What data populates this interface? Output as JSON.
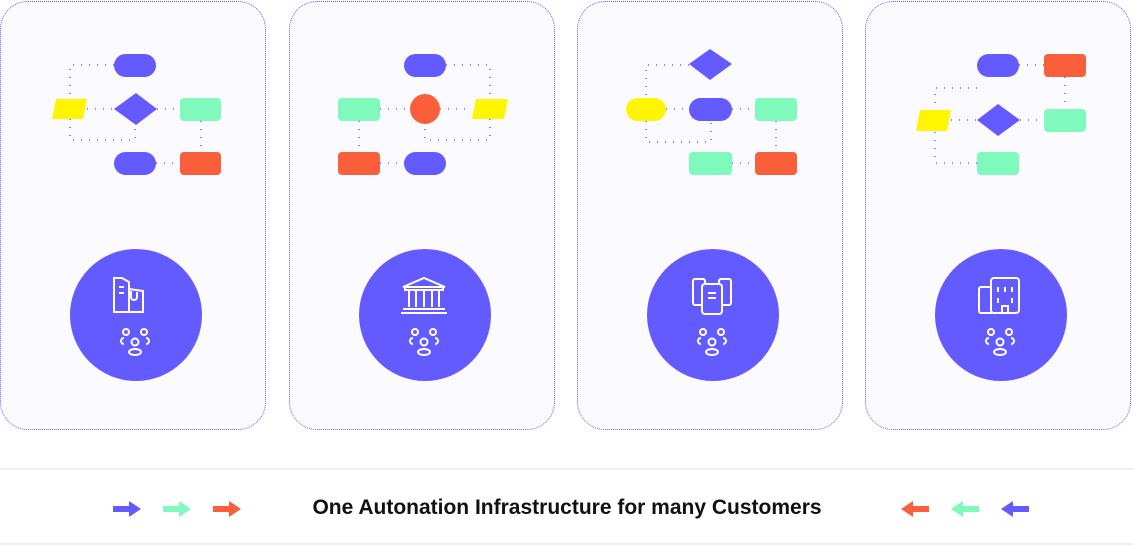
{
  "title": "One Autonation Infrastructure for many Customers",
  "colors": {
    "blue": "#635bff",
    "green": "#80f9bd",
    "red": "#fb5e3a",
    "yellow": "#fff500"
  },
  "customers": [
    {
      "icon": "retail-store-icon"
    },
    {
      "icon": "bank-icon"
    },
    {
      "icon": "mobile-devices-icon"
    },
    {
      "icon": "office-building-icon"
    }
  ],
  "left_arrows": [
    "blue",
    "green",
    "red"
  ],
  "right_arrows": [
    "red",
    "green",
    "blue"
  ]
}
